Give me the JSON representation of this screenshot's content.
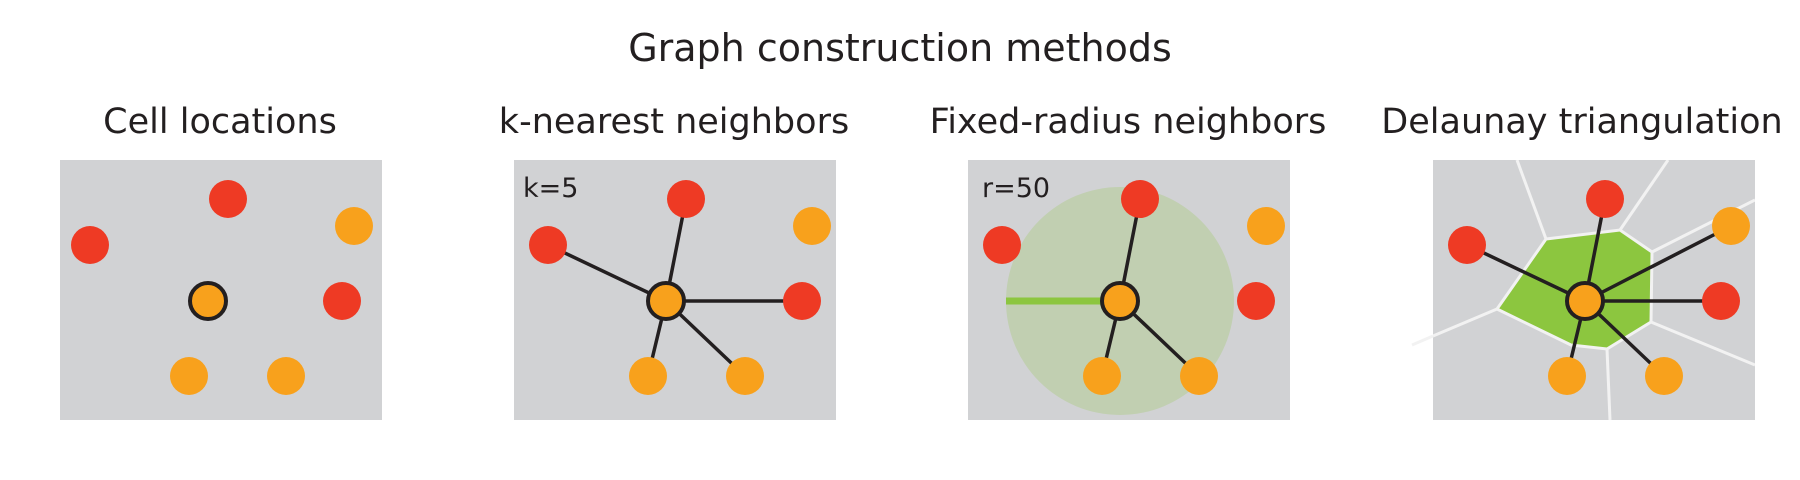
{
  "title": "Graph construction methods",
  "colors": {
    "background_panel": "#d1d2d4",
    "red_cell": "#ee3a24",
    "orange_cell": "#f8a11c",
    "edge": "#231f20",
    "radius_fill": "#c1cfb1",
    "radius_line": "#8cc63f",
    "delaunay_fill": "#8cc63f",
    "voronoi_line": "#f2f2f2"
  },
  "panels": [
    {
      "title": "Cell locations",
      "param": ""
    },
    {
      "title": "k-nearest neighbors",
      "param": "k=5"
    },
    {
      "title": "Fixed-radius neighbors",
      "param": "r=50"
    },
    {
      "title": "Delaunay triangulation",
      "param": ""
    }
  ]
}
